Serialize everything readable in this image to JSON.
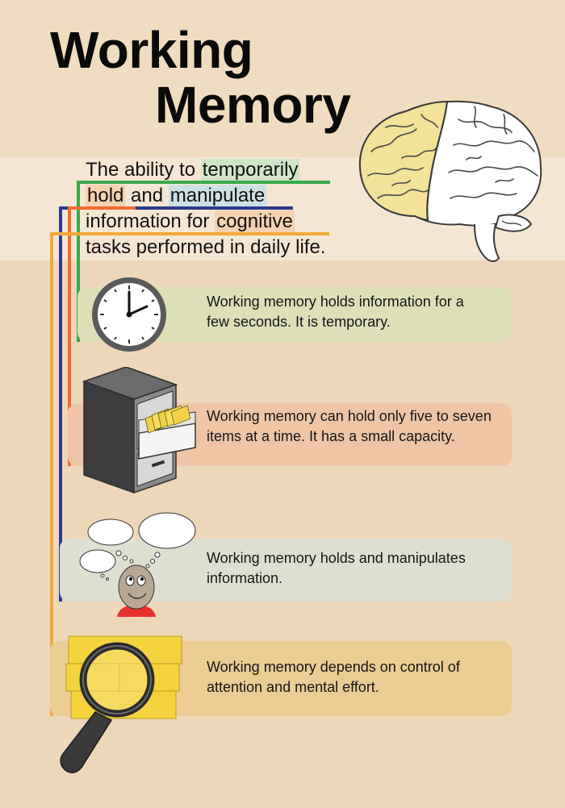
{
  "title": {
    "line1": "Working",
    "line2": "Memory"
  },
  "definition": {
    "line1_prefix": "The ability to ",
    "line1_highlight": "temporarily",
    "line2_highlight1": "hold",
    "line2_middle": " and ",
    "line2_highlight2": "manipulate",
    "line3_prefix": "information for ",
    "line3_highlight": "cognitive",
    "line4": "tasks performed in daily life."
  },
  "panels": [
    {
      "text": "Working memory holds information for a few seconds. It is temporary.",
      "icon": "clock-icon"
    },
    {
      "text": "Working memory can hold only five to seven items at a time.  It has a small capacity.",
      "icon": "filing-cabinet-icon"
    },
    {
      "text": "Working memory holds and manipulates information.",
      "icon": "thinking-person-icon"
    },
    {
      "text": "Working memory depends on control of attention and mental effort.",
      "icon": "magnifying-glass-icon"
    }
  ],
  "colors": {
    "green": "#3aaa4a",
    "red_orange": "#ef6a2e",
    "navy": "#2b3a8c",
    "amber": "#f2a73a",
    "brain_highlight": "#f2e29a"
  },
  "icons": [
    "brain-icon",
    "clock-icon",
    "filing-cabinet-icon",
    "thinking-person-icon",
    "magnifying-glass-icon"
  ]
}
